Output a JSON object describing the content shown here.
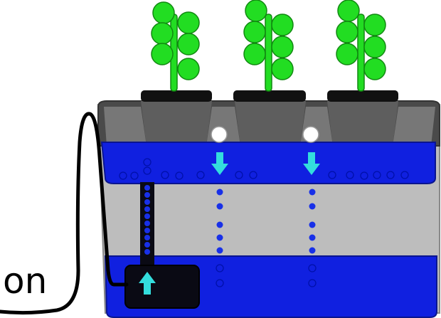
{
  "power_label": "on",
  "colors": {
    "background": "#ffffff",
    "plant_leaf": "#22dd22",
    "plant_outline": "#118811",
    "net_pot_rim": "#111111",
    "lid": "#4a4a4a",
    "lid_inner": "#6a6a6a",
    "tank_body": "#bdbdbd",
    "water": "#1020e0",
    "bubble_outline": "#0010aa",
    "drip_dot": "#1830e8",
    "pump": "#0a0a14",
    "flow_arrow": "#33dddd",
    "cord": "#000000",
    "drip_emitter": "#ffffff"
  },
  "components": {
    "plants": [
      "plant-left",
      "plant-middle",
      "plant-right"
    ],
    "pump": "submersible-pump",
    "riser_tube": "riser-tube",
    "emitters": [
      "emitter-left",
      "emitter-right"
    ],
    "power_cord": "power-cord"
  }
}
